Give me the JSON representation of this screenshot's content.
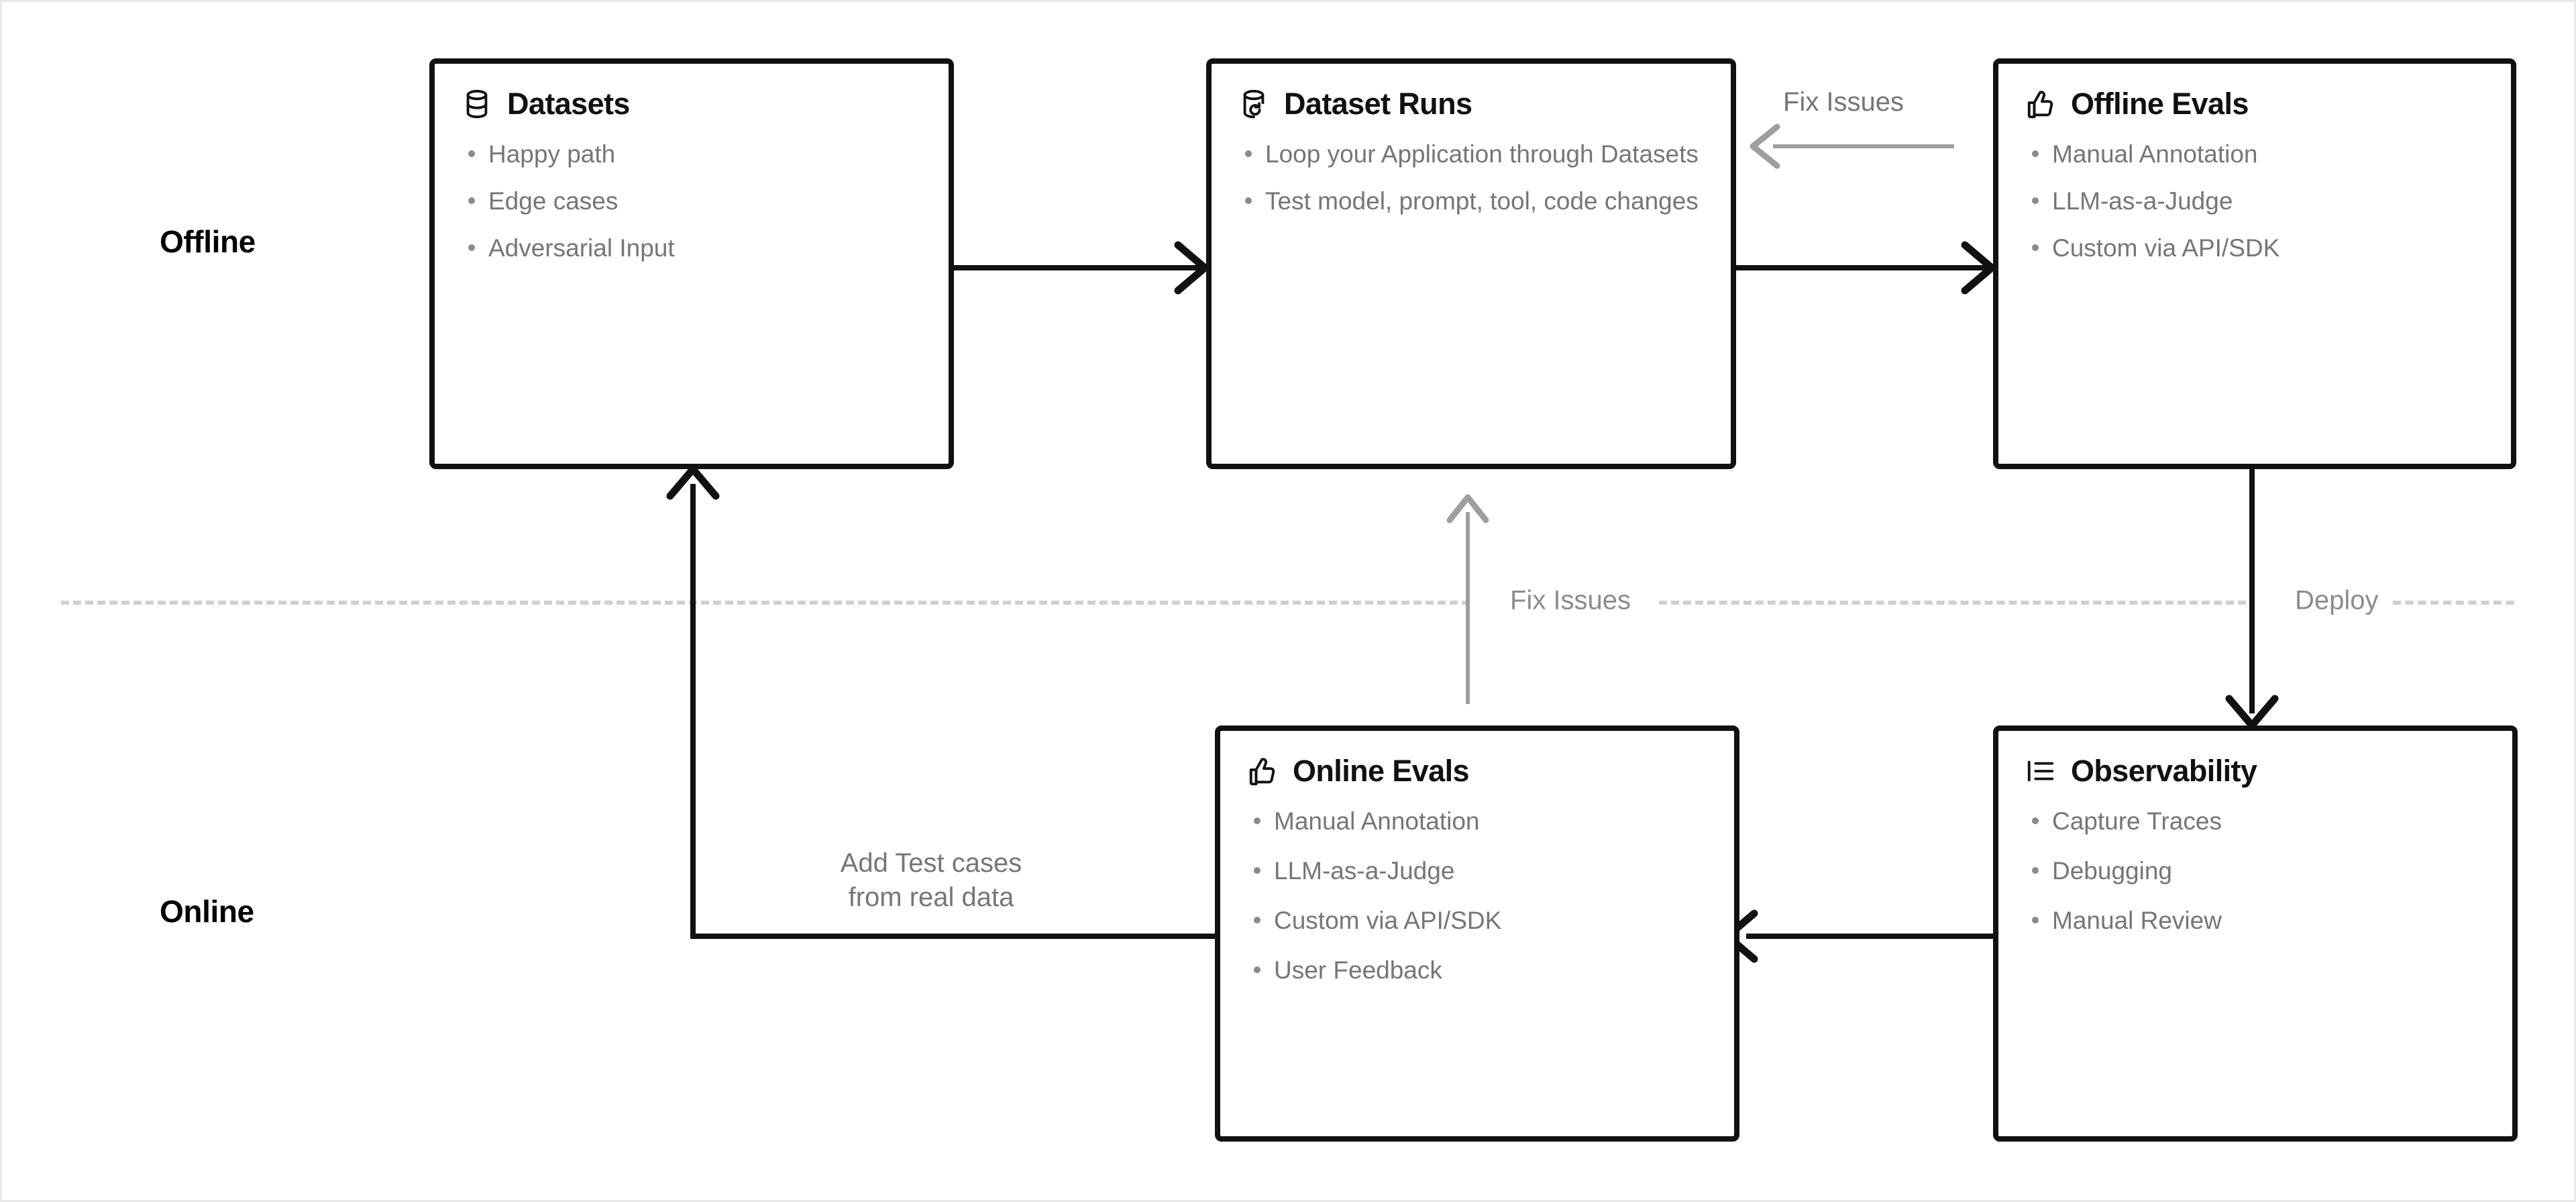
{
  "lanes": {
    "offline_label": "Offline",
    "online_label": "Online"
  },
  "divider": {
    "fix_issues_label": "Fix Issues",
    "deploy_label": "Deploy"
  },
  "flow_labels": {
    "fix_issues_top": "Fix Issues",
    "add_test_cases_line1": "Add Test cases",
    "add_test_cases_line2": "from real data"
  },
  "nodes": {
    "datasets": {
      "title": "Datasets",
      "icon": "database-icon",
      "bullets": [
        "Happy path",
        "Edge cases",
        "Adversarial Input"
      ]
    },
    "dataset_runs": {
      "title": "Dataset Runs",
      "icon": "database-replay-icon",
      "bullets": [
        "Loop your Application through Datasets",
        "Test model, prompt, tool, code changes"
      ]
    },
    "offline_evals": {
      "title": "Offline Evals",
      "icon": "thumbs-up-icon",
      "bullets": [
        "Manual Annotation",
        "LLM-as-a-Judge",
        "Custom via API/SDK"
      ]
    },
    "online_evals": {
      "title": "Online Evals",
      "icon": "thumbs-up-icon",
      "bullets": [
        "Manual Annotation",
        "LLM-as-a-Judge",
        "Custom via API/SDK",
        "User Feedback"
      ]
    },
    "observability": {
      "title": "Observability",
      "icon": "list-indent-icon",
      "bullets": [
        "Capture Traces",
        "Debugging",
        "Manual Review"
      ]
    }
  },
  "colors": {
    "stroke_black": "#111111",
    "stroke_gray": "#9e9e9e",
    "text_muted": "#767676",
    "divider_gray": "#cfcfcf",
    "canvas_border": "#e9e9e9"
  }
}
